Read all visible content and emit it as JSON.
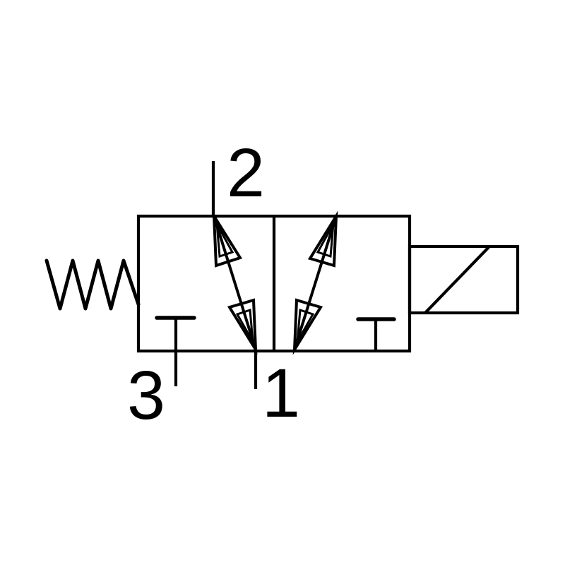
{
  "diagram": {
    "kind": "pneumatic-circuit-symbol",
    "component": "3/2-way solenoid valve with spring return",
    "colors": {
      "line": "#000000",
      "background": "#ffffff"
    },
    "ports": {
      "port1": {
        "label": "1",
        "position": "bottom"
      },
      "port2": {
        "label": "2",
        "position": "top"
      },
      "port3": {
        "label": "3",
        "position": "bottom-left"
      }
    }
  }
}
